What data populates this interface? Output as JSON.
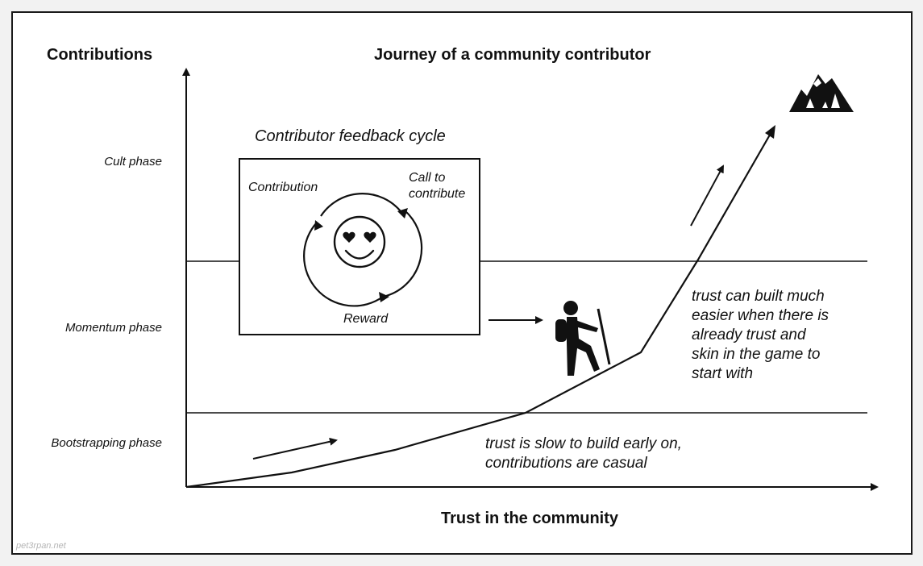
{
  "title": "Journey of a community contributor",
  "y_axis_label": "Contributions",
  "x_axis_label": "Trust in the community",
  "phases": [
    {
      "label": "Cult phase"
    },
    {
      "label": "Momentum phase"
    },
    {
      "label": "Bootstrapping phase"
    }
  ],
  "feedback_cycle": {
    "title": "Contributor feedback cycle",
    "contribution": "Contribution",
    "call_to_contribute_line1": "Call to",
    "call_to_contribute_line2": "contribute",
    "reward": "Reward"
  },
  "notes": {
    "early": {
      "line1": "trust is slow to build early on,",
      "line2": "contributions are casual"
    },
    "later": {
      "line1": "trust can built much",
      "line2": "easier when there is",
      "line3": "already trust and",
      "line4": "skin in the game to",
      "line5": "start with"
    }
  },
  "icons": [
    "smiley-heart-eyes-icon",
    "hiker-icon",
    "mountain-icon"
  ],
  "watermark": "pet3rpan.net",
  "colors": {
    "line": "#111111",
    "frame": "#1a1a1a",
    "background": "#ffffff"
  }
}
